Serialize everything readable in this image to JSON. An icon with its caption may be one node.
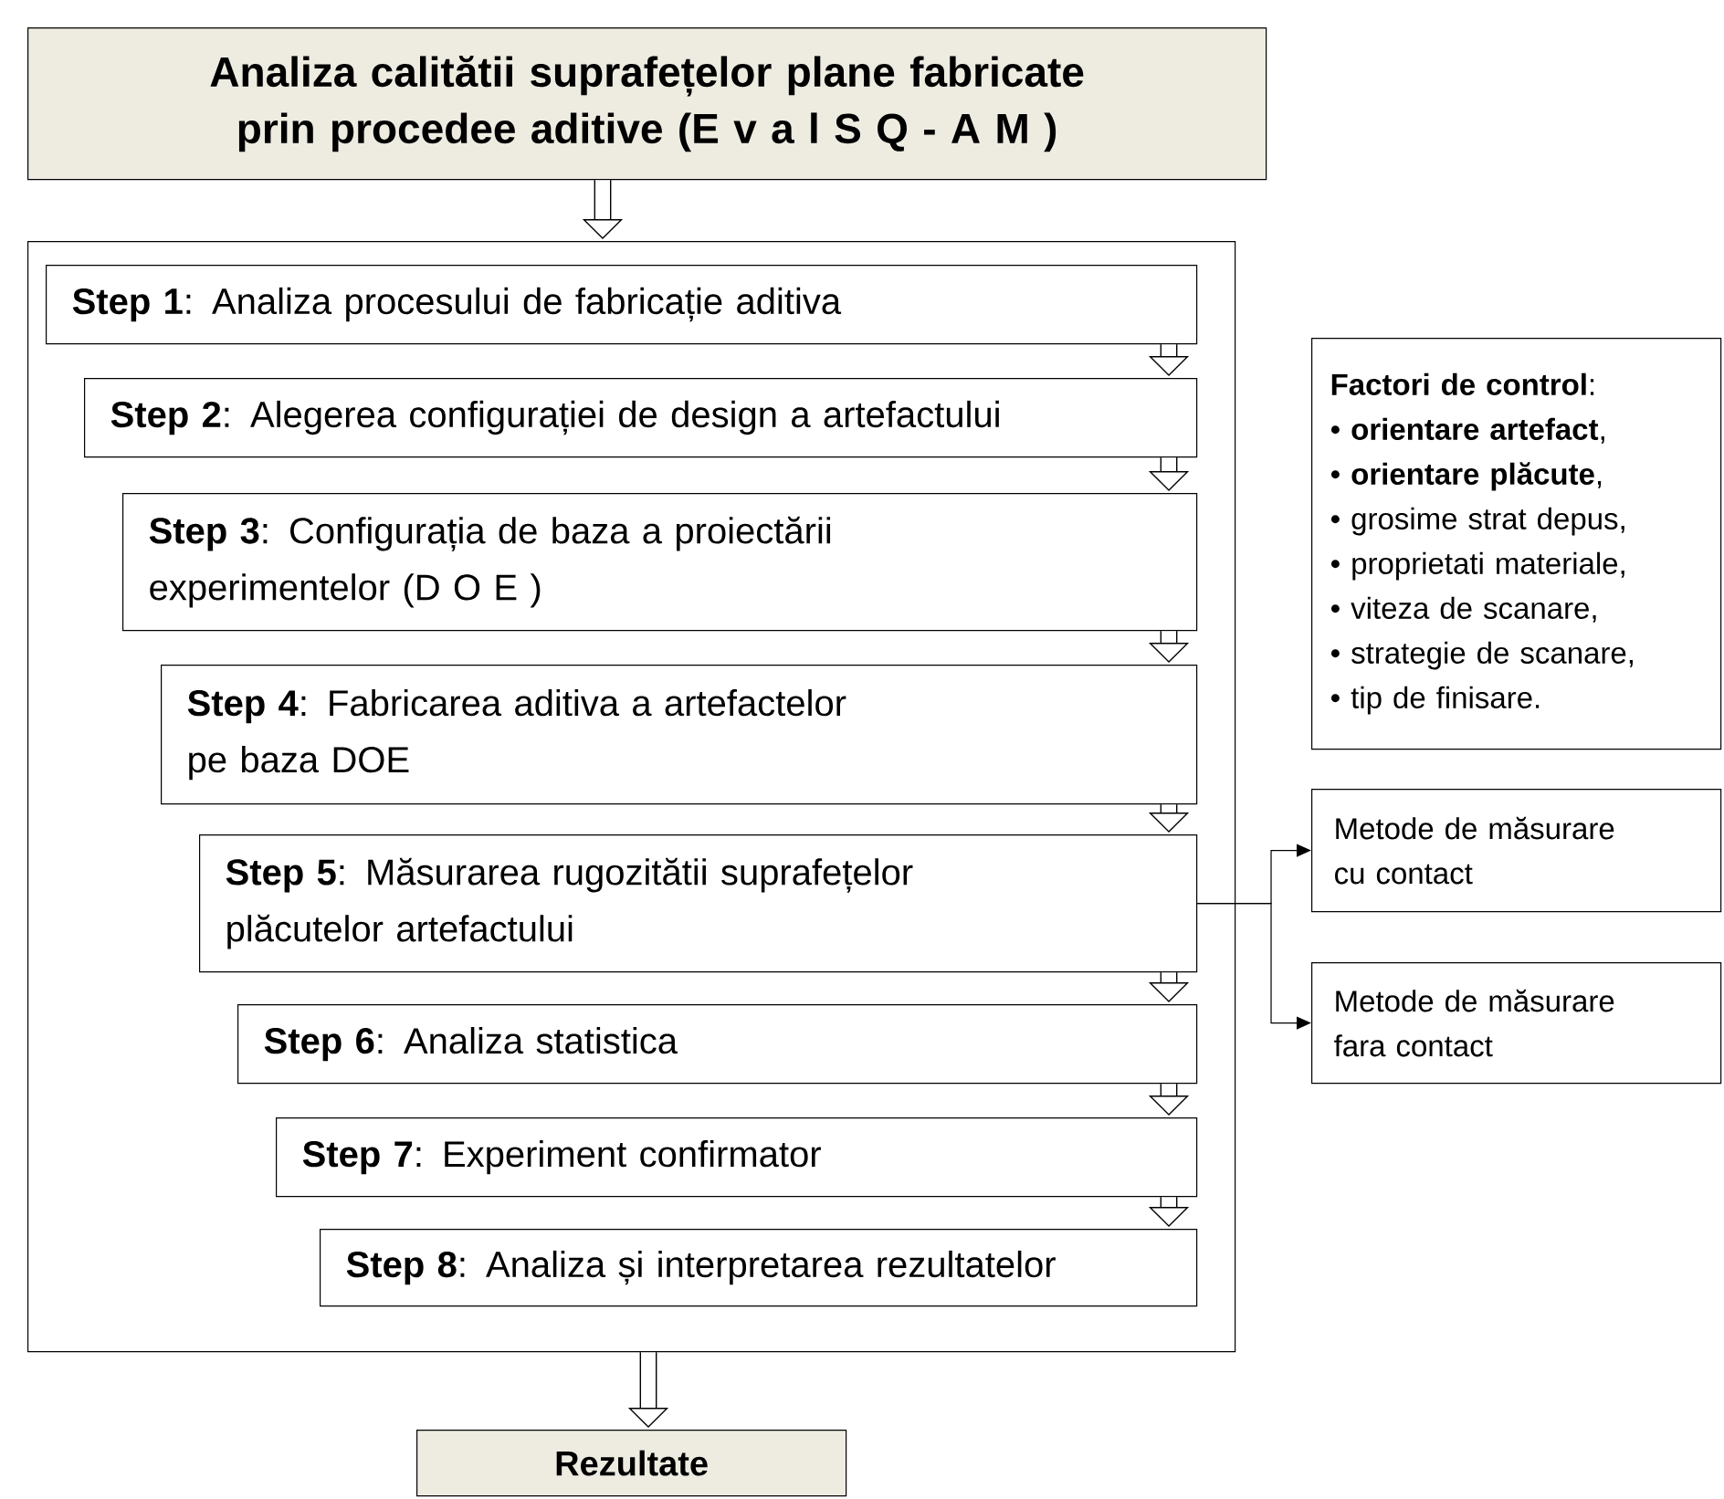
{
  "diagram": {
    "nodes": [
      {
        "text": [
          "Analiza calitătii suprafețelor plane fabricate prin procedee aditive (E v a l S Q - A M )"
        ]
      },
      {
        "text": [],
        "shape": "box"
      },
      {
        "text": [
          "**Step 1**: Analiza procesului de fabricație aditiva"
        ],
        "in": 1
      },
      {
        "text": [
          "**Step 2**: Alegerea configurației de design a artefactului"
        ],
        "in": 1
      },
      {
        "text": [
          "**Step 3**: Configurația de baza a proiectării experimentelor (D O E )"
        ],
        "in": 1
      },
      {
        "text": [
          "**Step 4**: Fabricarea aditiva a artefactelor pe baza DOE"
        ],
        "in": 1
      },
      {
        "text": [
          "**Step 5**: Măsurarea rugozitătii suprafețelor plăcutelor artefactului"
        ],
        "in": 1
      },
      {
        "text": [
          "**Step 6**: Analiza statistica"
        ],
        "in": 1
      },
      {
        "text": [
          "**Step 7**: Experiment confirmator"
        ],
        "in": 1
      },
      {
        "text": [
          "**Step 8**: Analiza și interpretarea rezultatelor"
        ],
        "in": 1
      },
      {
        "text": [
          "Rezultate"
        ]
      },
      {
        "text": [
          "**Factori de control**:",
          "• **orientare artefact**,",
          "• **orientare plăcute**,",
          "• grosime strat depus,",
          "• proprietati materiale,",
          "• viteza de scanare,",
          "• strategie de scanare,",
          "• tip de finisare."
        ]
      },
      {
        "text": [
          "Metode de măsurare cu contact"
        ]
      },
      {
        "text": [
          "Metode de măsurare fara contact"
        ]
      }
    ],
    "edges": [
      {
        "from": 0,
        "to": 1,
        "arrow": "to"
      },
      {
        "from": 2,
        "to": 3,
        "arrow": "to"
      },
      {
        "from": 3,
        "to": 4,
        "arrow": "to"
      },
      {
        "from": 4,
        "to": 5,
        "arrow": "to"
      },
      {
        "from": 5,
        "to": 6,
        "arrow": "to"
      },
      {
        "from": 6,
        "to": 7,
        "arrow": "to"
      },
      {
        "from": 7,
        "to": 8,
        "arrow": "to"
      },
      {
        "from": 8,
        "to": 9,
        "arrow": "to"
      },
      {
        "from": 1,
        "to": 10,
        "arrow": "to"
      },
      {
        "from": 6,
        "to": 12,
        "arrow": "to"
      },
      {
        "from": 6,
        "to": 13,
        "arrow": "to"
      }
    ]
  }
}
